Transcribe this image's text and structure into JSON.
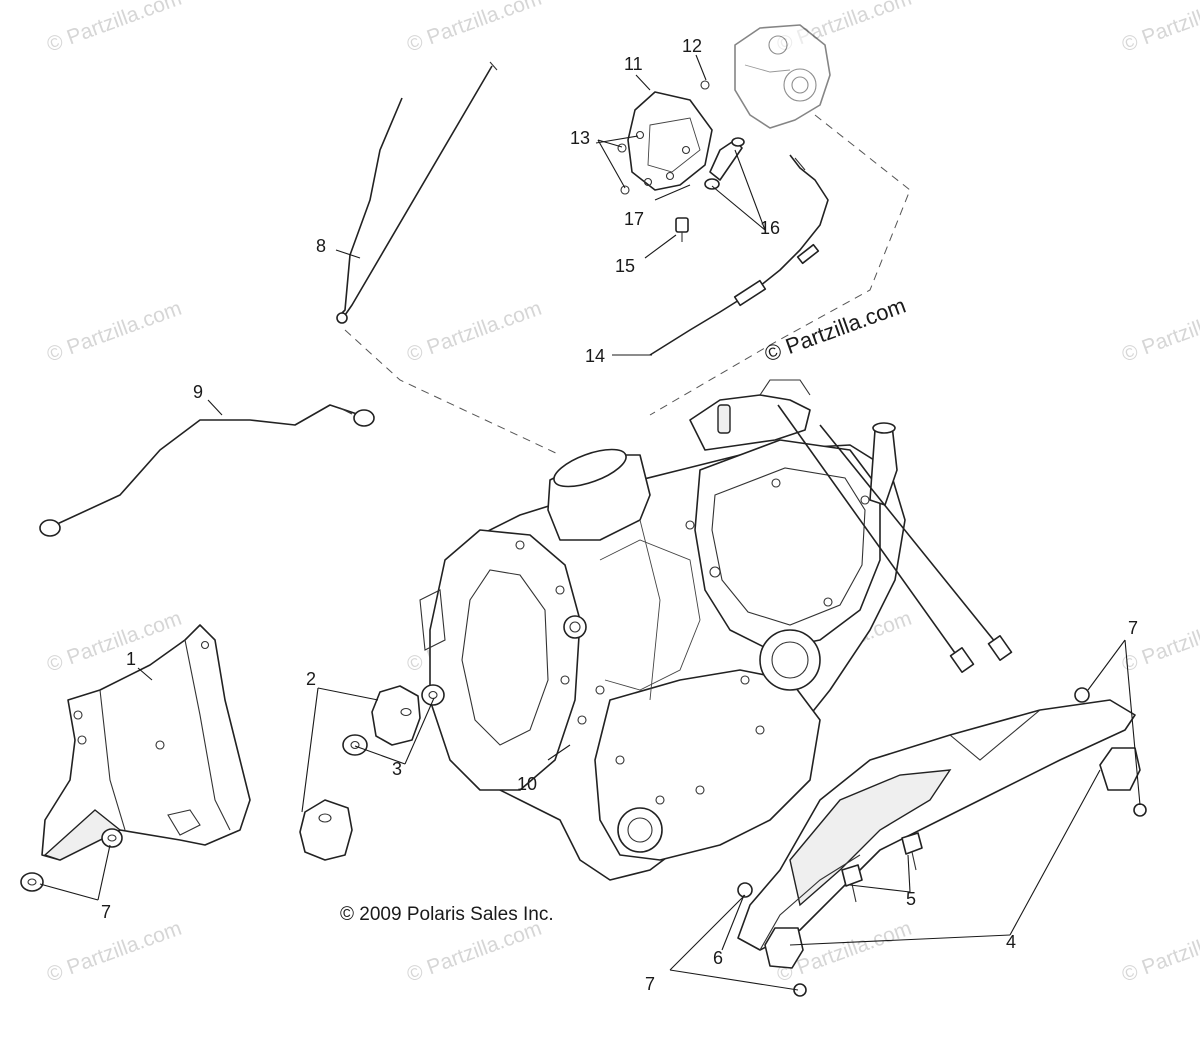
{
  "diagram": {
    "copyright_text": "© 2009 Polaris Sales Inc.",
    "brand_text": "© Partzilla.com",
    "watermark_text": "© Partzilla.com",
    "callouts": {
      "c1": "1",
      "c2": "2",
      "c3": "3",
      "c4": "4",
      "c5": "5",
      "c6": "6",
      "c7a": "7",
      "c7b": "7",
      "c7c": "7",
      "c8": "8",
      "c9": "9",
      "c10": "10",
      "c11": "11",
      "c12": "12",
      "c13": "13",
      "c14": "14",
      "c15": "15",
      "c16": "16",
      "c17": "17"
    }
  }
}
